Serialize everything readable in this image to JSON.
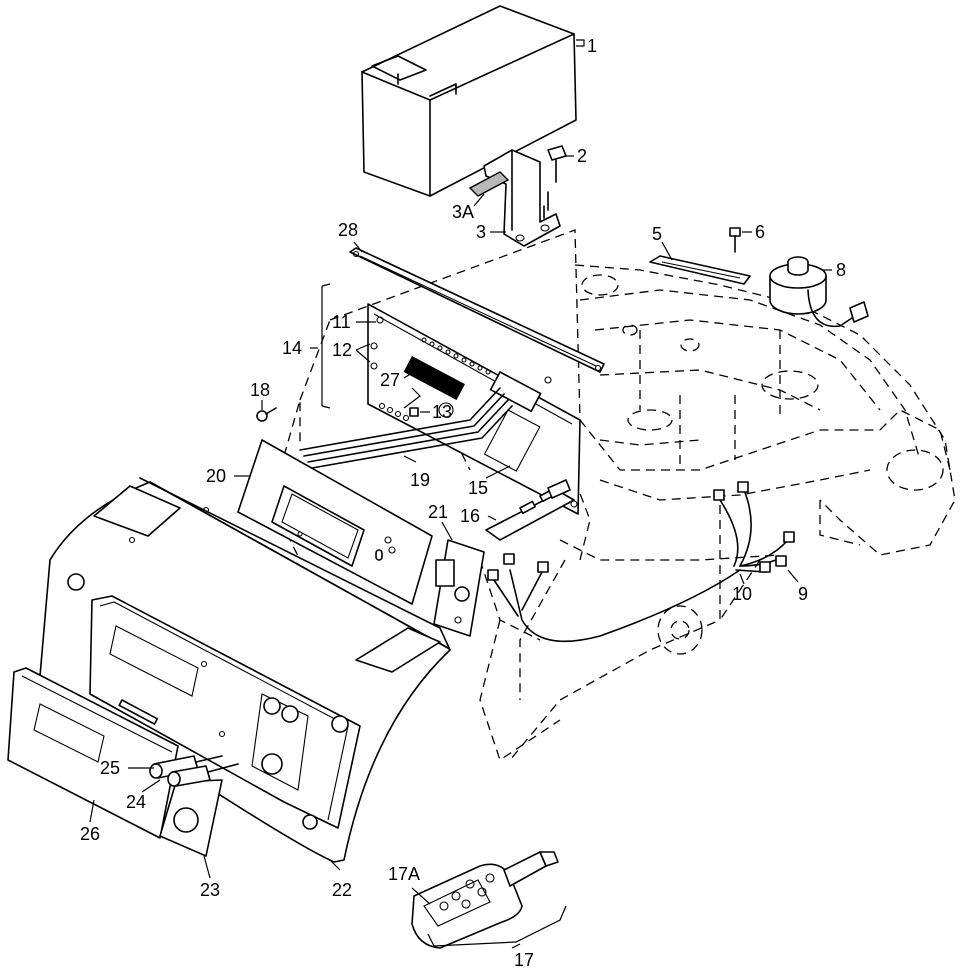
{
  "callouts": {
    "c1": "1",
    "c2": "2",
    "c3": "3",
    "c3a": "3A",
    "c5": "5",
    "c6": "6",
    "c8": "8",
    "c9": "9",
    "c10": "10",
    "c11": "11",
    "c12": "12",
    "c13": "13",
    "c14": "14",
    "c15": "15",
    "c16": "16",
    "c17": "17",
    "c17a": "17A",
    "c18": "18",
    "c19": "19",
    "c20": "20",
    "c21": "21",
    "c22": "22",
    "c23": "23",
    "c24": "24",
    "c25": "25",
    "c26": "26",
    "c27": "27",
    "c28": "28"
  },
  "parts": [
    {
      "ref": "1",
      "icon": "battery-box-icon"
    },
    {
      "ref": "2",
      "icon": "screw-icon"
    },
    {
      "ref": "3",
      "icon": "bracket-icon"
    },
    {
      "ref": "5",
      "icon": "gasket-icon"
    },
    {
      "ref": "6",
      "icon": "screw-icon"
    },
    {
      "ref": "8",
      "icon": "buzzer-icon"
    },
    {
      "ref": "10",
      "icon": "wire-harness-icon"
    },
    {
      "ref": "11",
      "icon": "circuit-board-icon"
    },
    {
      "ref": "16",
      "icon": "plate-icon"
    },
    {
      "ref": "17",
      "icon": "remote-control-icon"
    },
    {
      "ref": "19",
      "icon": "ribbon-cable-icon"
    },
    {
      "ref": "20",
      "icon": "display-frame-icon"
    },
    {
      "ref": "21",
      "icon": "switch-plate-icon"
    },
    {
      "ref": "22",
      "icon": "fascia-panel-icon"
    },
    {
      "ref": "23",
      "icon": "cover-plate-icon"
    },
    {
      "ref": "24",
      "icon": "knob-icon"
    },
    {
      "ref": "25",
      "icon": "knob-icon"
    },
    {
      "ref": "26",
      "icon": "overlay-label-icon"
    },
    {
      "ref": "28",
      "icon": "strip-icon"
    }
  ]
}
